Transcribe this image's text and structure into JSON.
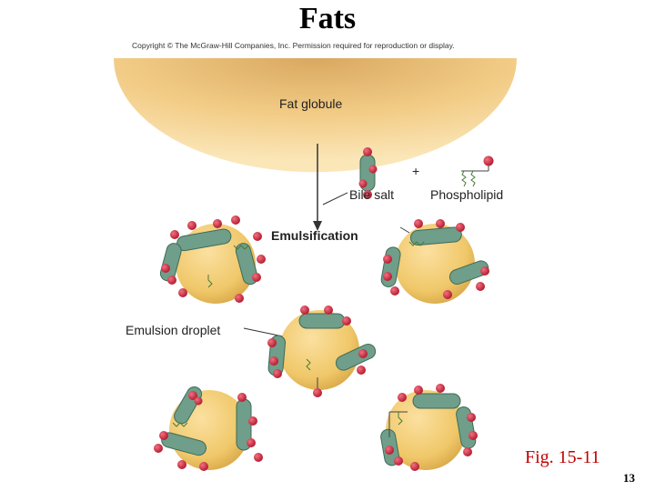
{
  "slide": {
    "title": "Fats",
    "copyright": "Copyright © The McGraw-Hill Companies, Inc. Permission required for reproduction or display.",
    "fig_caption": "Fig. 15-11",
    "page_number": "13"
  },
  "diagram": {
    "labels": {
      "fat_globule": "Fat globule",
      "bile_salt": "Bile salt",
      "plus": "+",
      "phospholipid": "Phospholipid",
      "emulsification": "Emulsification",
      "emulsion_droplet": "Emulsion droplet"
    },
    "colors": {
      "fat": "#f0c86a",
      "fat_edge": "#c9962e",
      "bile_salt": "#6f9e8a",
      "bile_salt_edge": "#3e6b58",
      "head": "#c8283c",
      "head_edge": "#7e1020",
      "tail": "#4a7a3a"
    }
  }
}
